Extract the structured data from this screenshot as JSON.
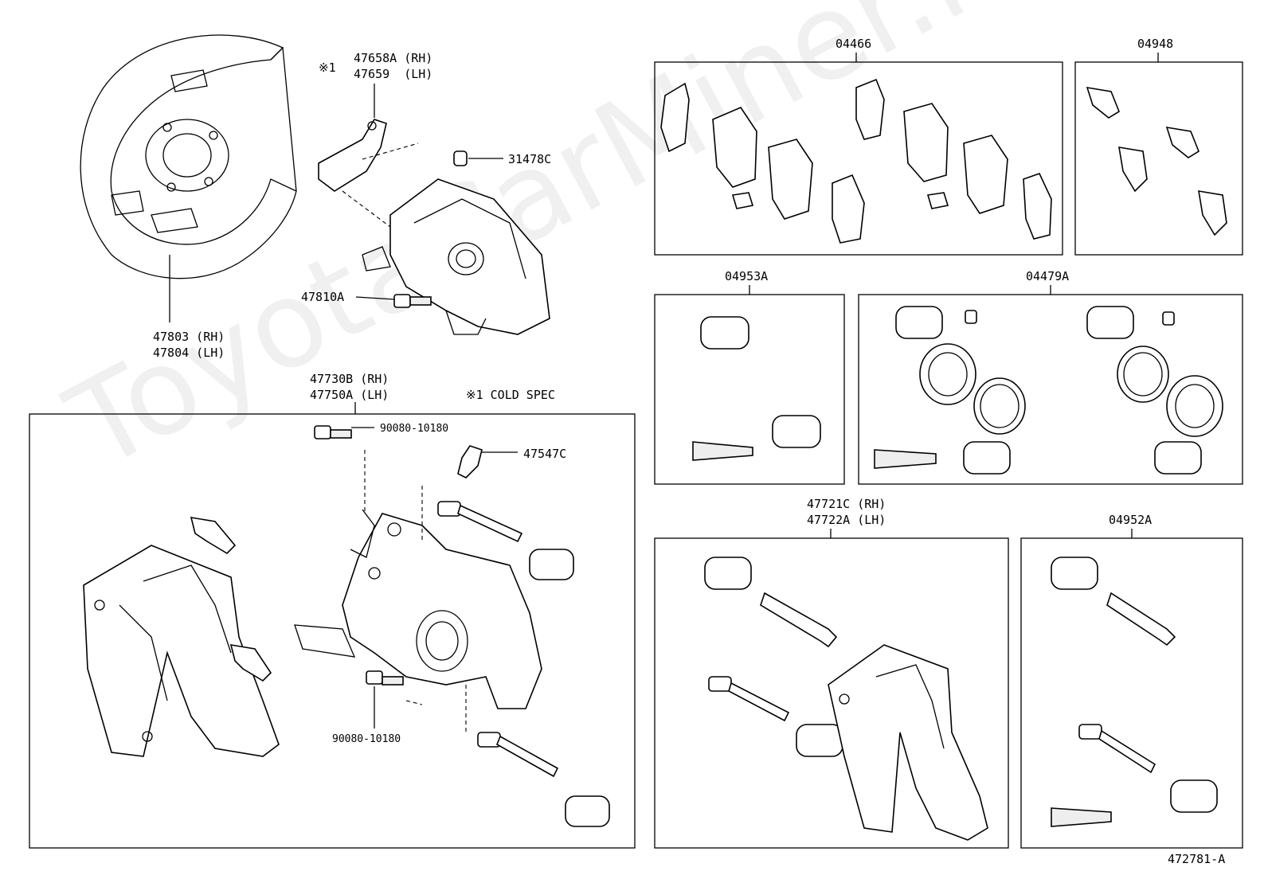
{
  "watermark": "ToyotaCarMiner.ru",
  "note": "※1 COLD SPEC",
  "diagram_id": "472781-A",
  "labels": {
    "dust_cover": [
      "47803 (RH)",
      "47804 (LH)"
    ],
    "bracket_marked": [
      "47658A (RH)",
      "47659  (LH)"
    ],
    "bracket_mark": "※1",
    "cap": "31478C",
    "bolt_top": "47810A",
    "caliper_assy": [
      "47730B (RH)",
      "47750A (LH)"
    ],
    "bolt_upper": "90080-10180",
    "bleeder": "47547C",
    "bolt_lower": "90080-10180",
    "pad_kit": "04466",
    "shim_kit": "04948",
    "boot_kit_a": "04953A",
    "cyl_kit": "04479A",
    "mounting": [
      "47721C (RH)",
      "47722A (LH)"
    ],
    "boot_kit_b": "04952A"
  }
}
